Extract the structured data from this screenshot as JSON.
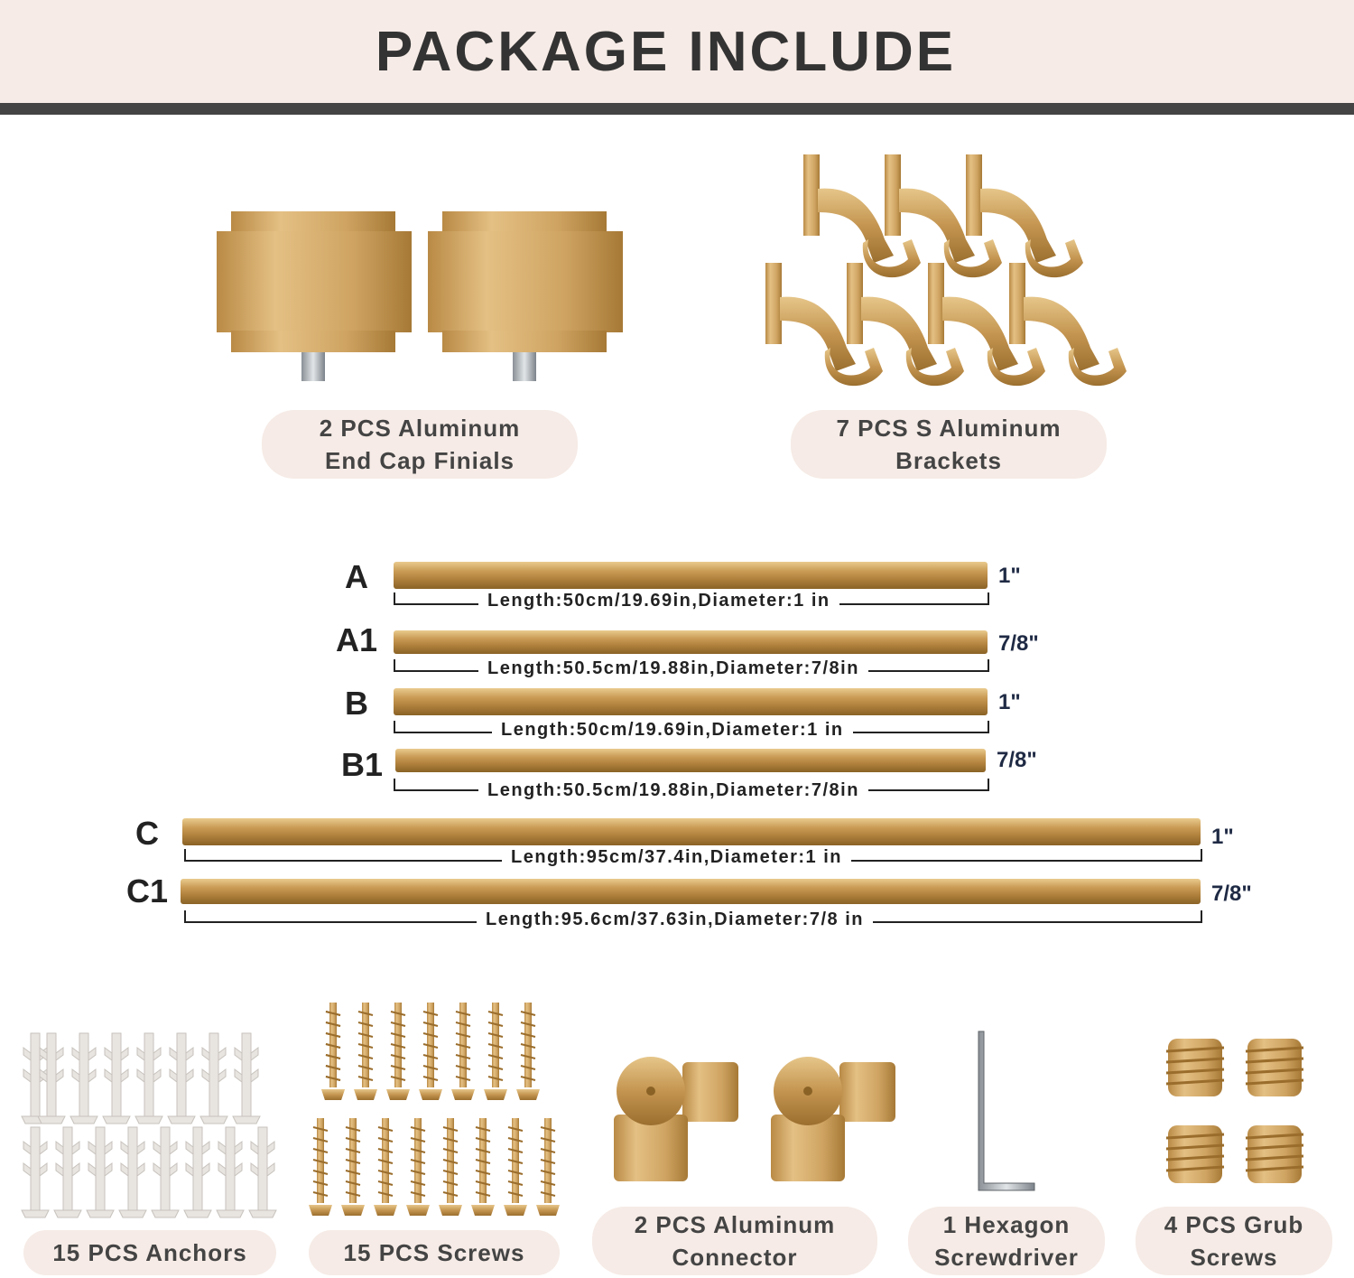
{
  "header": {
    "title": "PACKAGE INCLUDE"
  },
  "items": {
    "finials": {
      "line1": "2 PCS Aluminum",
      "line2": "End Cap Finials"
    },
    "brackets": {
      "line1": "7 PCS S Aluminum",
      "line2": "Brackets"
    },
    "anchors": {
      "line1": "15 PCS Anchors"
    },
    "screws": {
      "line1": "15 PCS Screws"
    },
    "connector": {
      "line1": "2 PCS Aluminum",
      "line2": "Connector"
    },
    "screwdriver": {
      "line1": "1 Hexagon",
      "line2": "Screwdriver"
    },
    "grub": {
      "line1": "4 PCS Grub",
      "line2": "Screws"
    }
  },
  "rods": [
    {
      "letter": "A",
      "size": "1\"",
      "length": "Length:50cm/19.69in,Diameter:1 in"
    },
    {
      "letter": "A1",
      "size": "7/8\"",
      "length": "Length:50.5cm/19.88in,Diameter:7/8in"
    },
    {
      "letter": "B",
      "size": "1\"",
      "length": "Length:50cm/19.69in,Diameter:1 in"
    },
    {
      "letter": "B1",
      "size": "7/8\"",
      "length": "Length:50.5cm/19.88in,Diameter:7/8in"
    },
    {
      "letter": "C",
      "size": "1\"",
      "length": "Length:95cm/37.4in,Diameter:1 in"
    },
    {
      "letter": "C1",
      "size": "7/8\"",
      "length": "Length:95.6cm/37.63in,Diameter:7/8 in"
    }
  ],
  "colors": {
    "accent_bg": "#f6ebe6",
    "bar": "#444444",
    "gold": "#c99b55"
  }
}
